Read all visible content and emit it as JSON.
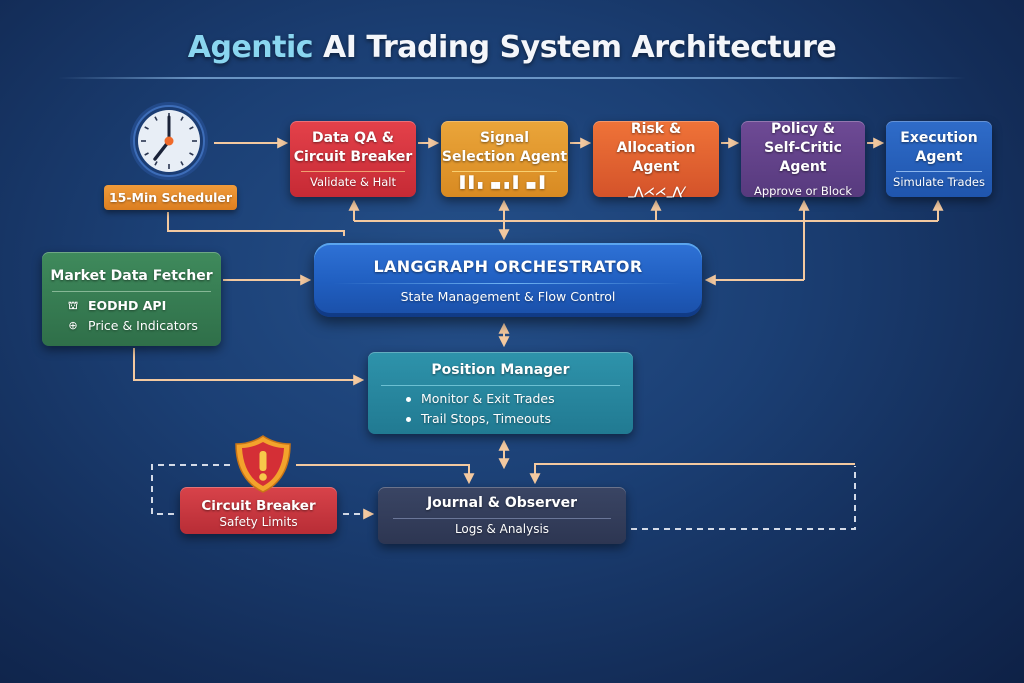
{
  "title": {
    "accent": "Agentic",
    "rest": " AI Trading System Architecture"
  },
  "colors": {
    "background": "#1b3f74",
    "arrow": "#f3c9a0",
    "title_accent": "#8ad6f0",
    "data_qa": "#d63440",
    "signal": "#e0982e",
    "risk": "#e2622f",
    "policy": "#634386",
    "execution": "#2862bb",
    "scheduler": "#e68b2c",
    "market": "#367c52",
    "orchestrator": "#2565c8",
    "position_manager": "#2888a0",
    "circuit_breaker": "#c8383f",
    "journal": "#333d5a"
  },
  "scheduler": {
    "label": "15-Min Scheduler",
    "icon": "clock-icon"
  },
  "pipeline": [
    {
      "id": "data-qa",
      "title_lines": [
        "Data QA &",
        "Circuit Breaker"
      ],
      "subtitle": "Validate & Halt"
    },
    {
      "id": "signal",
      "title_lines": [
        "Signal",
        "Selection Agent"
      ],
      "subtitle": "",
      "icon": "bar-signal-icon",
      "glyph": "▌▌▖▗▖▖▌▗▖▌"
    },
    {
      "id": "risk",
      "title_lines": [
        "Risk &",
        "Allocation Agent"
      ],
      "subtitle": "",
      "icon": "waveform-icon",
      "glyph": "_⋀⋌⋌_⋀⁄"
    },
    {
      "id": "policy",
      "title_lines": [
        "Policy &",
        "Self-Critic Agent"
      ],
      "subtitle": "Approve or Block"
    },
    {
      "id": "execution",
      "title_lines": [
        "Execution",
        "Agent"
      ],
      "subtitle": "Simulate Trades"
    }
  ],
  "market_fetcher": {
    "title": "Market Data Fetcher",
    "items": [
      {
        "icon": "api-icon",
        "glyph": "⛫",
        "label": "EODHD API"
      },
      {
        "icon": "globe-icon",
        "glyph": "⊕",
        "label": "Price & Indicators"
      }
    ]
  },
  "orchestrator": {
    "title": "LANGGRAPH ORCHESTRATOR",
    "subtitle": "State Management & Flow Control"
  },
  "position_manager": {
    "title": "Position Manager",
    "items": [
      "Monitor & Exit Trades",
      "Trail Stops, Timeouts"
    ]
  },
  "circuit_breaker": {
    "title": "Circuit Breaker",
    "subtitle": "Safety Limits",
    "icon": "warning-shield-icon"
  },
  "journal": {
    "title": "Journal & Observer",
    "subtitle": "Logs & Analysis"
  }
}
